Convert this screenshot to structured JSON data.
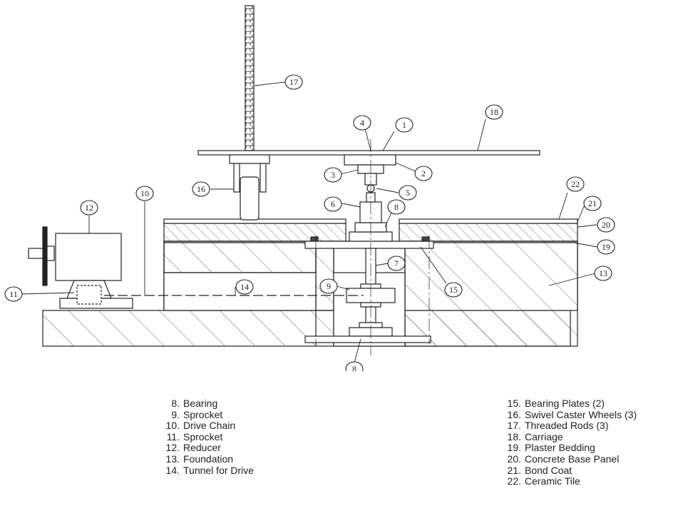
{
  "callouts": {
    "c1": "1",
    "c2": "2",
    "c3": "3",
    "c4": "4",
    "c5": "5",
    "c6": "6",
    "c7": "7",
    "c8a": "8",
    "c8b": "8",
    "c9": "9",
    "c10": "10",
    "c11": "11",
    "c12": "12",
    "c13": "13",
    "c14": "14",
    "c15": "15",
    "c16": "16",
    "c17": "17",
    "c18": "18",
    "c19": "19",
    "c20": "20",
    "c21": "21",
    "c22": "22"
  },
  "legend_left": [
    {
      "num": "8.",
      "label": "Bearing"
    },
    {
      "num": "9.",
      "label": "Sprocket"
    },
    {
      "num": "10.",
      "label": "Drive Chain"
    },
    {
      "num": "11.",
      "label": "Sprocket"
    },
    {
      "num": "12.",
      "label": "Reducer"
    },
    {
      "num": "13.",
      "label": "Foundation"
    },
    {
      "num": "14.",
      "label": "Tunnel for Drive"
    }
  ],
  "legend_right": [
    {
      "num": "15.",
      "label": "Bearing Plates (2)"
    },
    {
      "num": "16.",
      "label": "Swivel Caster Wheels (3)"
    },
    {
      "num": "17.",
      "label": "Threaded Rods (3)"
    },
    {
      "num": "18.",
      "label": "Carriage"
    },
    {
      "num": "19.",
      "label": "Plaster Bedding"
    },
    {
      "num": "20.",
      "label": "Concrete Base Panel"
    },
    {
      "num": "21.",
      "label": "Bond Coat"
    },
    {
      "num": "22.",
      "label": "Ceramic Tile"
    }
  ]
}
